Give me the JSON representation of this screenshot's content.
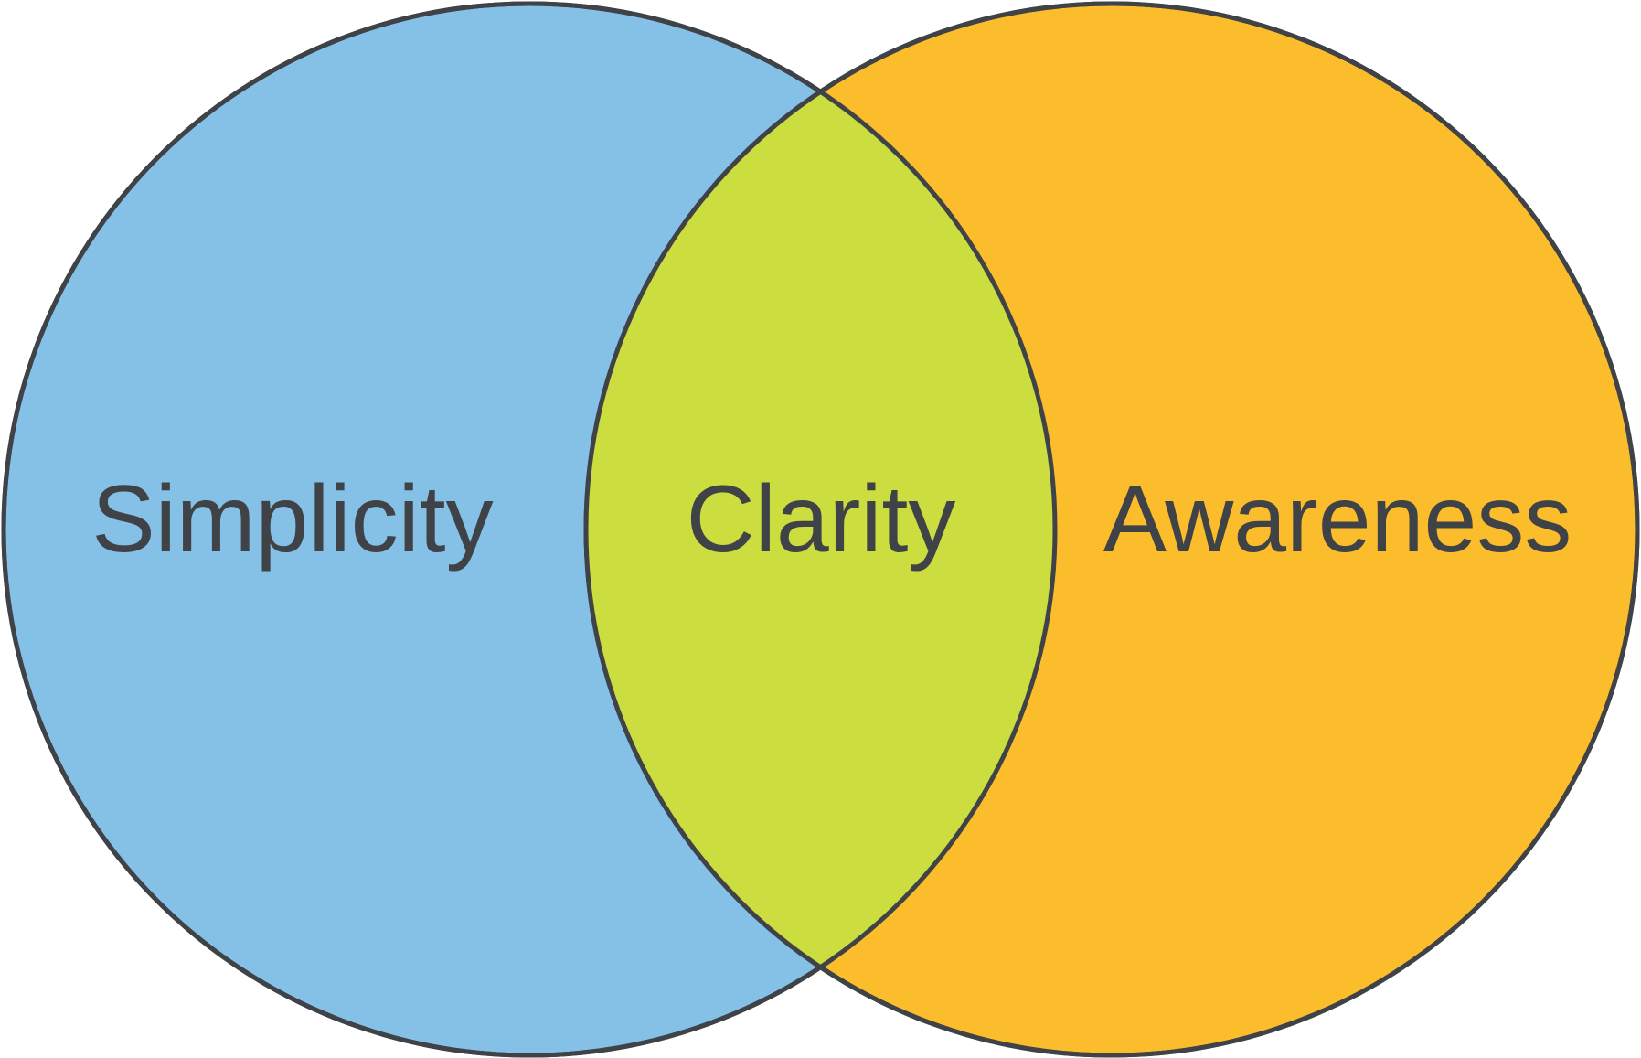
{
  "diagram": {
    "type": "venn",
    "sets": [
      {
        "label": "Simplicity",
        "fill": "#85c1e7"
      },
      {
        "label": "Awareness",
        "fill": "#fcbd2c"
      }
    ],
    "intersection": {
      "label": "Clarity",
      "fill": "#cbdd3f"
    },
    "stroke_color": "#3f4247",
    "text_color": "#3f4247"
  }
}
